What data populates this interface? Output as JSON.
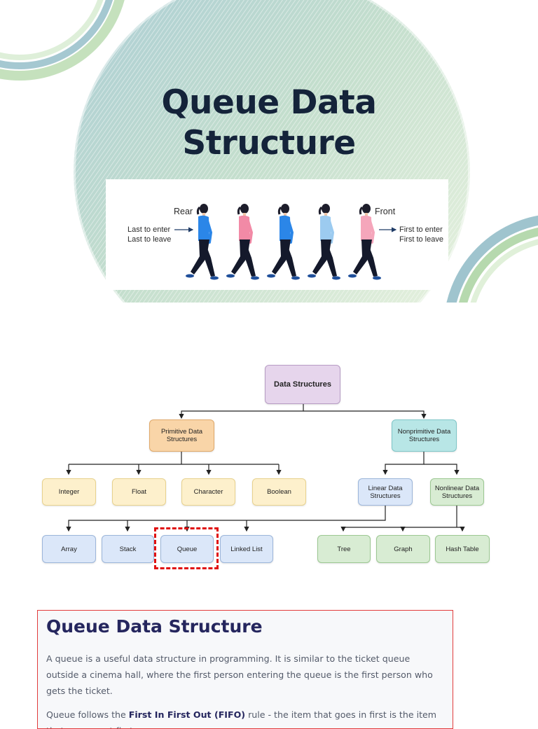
{
  "hero": {
    "title_line1": "Queue Data",
    "title_line2": "Structure",
    "illustration": {
      "rear_label": "Rear",
      "front_label": "Front",
      "rear_caption_line1": "Last to enter",
      "rear_caption_line2": "Last to leave",
      "front_caption_line1": "First to enter",
      "front_caption_line2": "First to leave",
      "person_colors": [
        "#2b86e8",
        "#f28aa6",
        "#2b86e8",
        "#9ccbf0",
        "#f5a6bb"
      ]
    },
    "decor_colors": {
      "teal": "#6fa8b9",
      "green": "#a9d2a0"
    }
  },
  "diagram": {
    "root": "Data Structures",
    "primitive": {
      "label": "Primitive Data Structures",
      "children": [
        "Integer",
        "Float",
        "Character",
        "Boolean"
      ]
    },
    "nonprimitive": {
      "label": "Nonprimitive Data Structures",
      "linear": {
        "label": "Linear Data Structures",
        "children": [
          "Array",
          "Stack",
          "Queue",
          "Linked List"
        ]
      },
      "nonlinear": {
        "label": "Nonlinear Data Structures",
        "children": [
          "Tree",
          "Graph",
          "Hash Table"
        ]
      }
    },
    "highlighted": "Queue"
  },
  "article": {
    "title": "Queue Data Structure",
    "paragraph1": "A queue is a useful data structure in programming. It is similar to the ticket queue outside a cinema hall, where the first person entering the queue is the first person who gets the ticket.",
    "paragraph2_prefix": "Queue follows the ",
    "paragraph2_bold": "First In First Out (FIFO)",
    "paragraph2_suffix": " rule - the item that goes in first is the item that comes out first."
  }
}
